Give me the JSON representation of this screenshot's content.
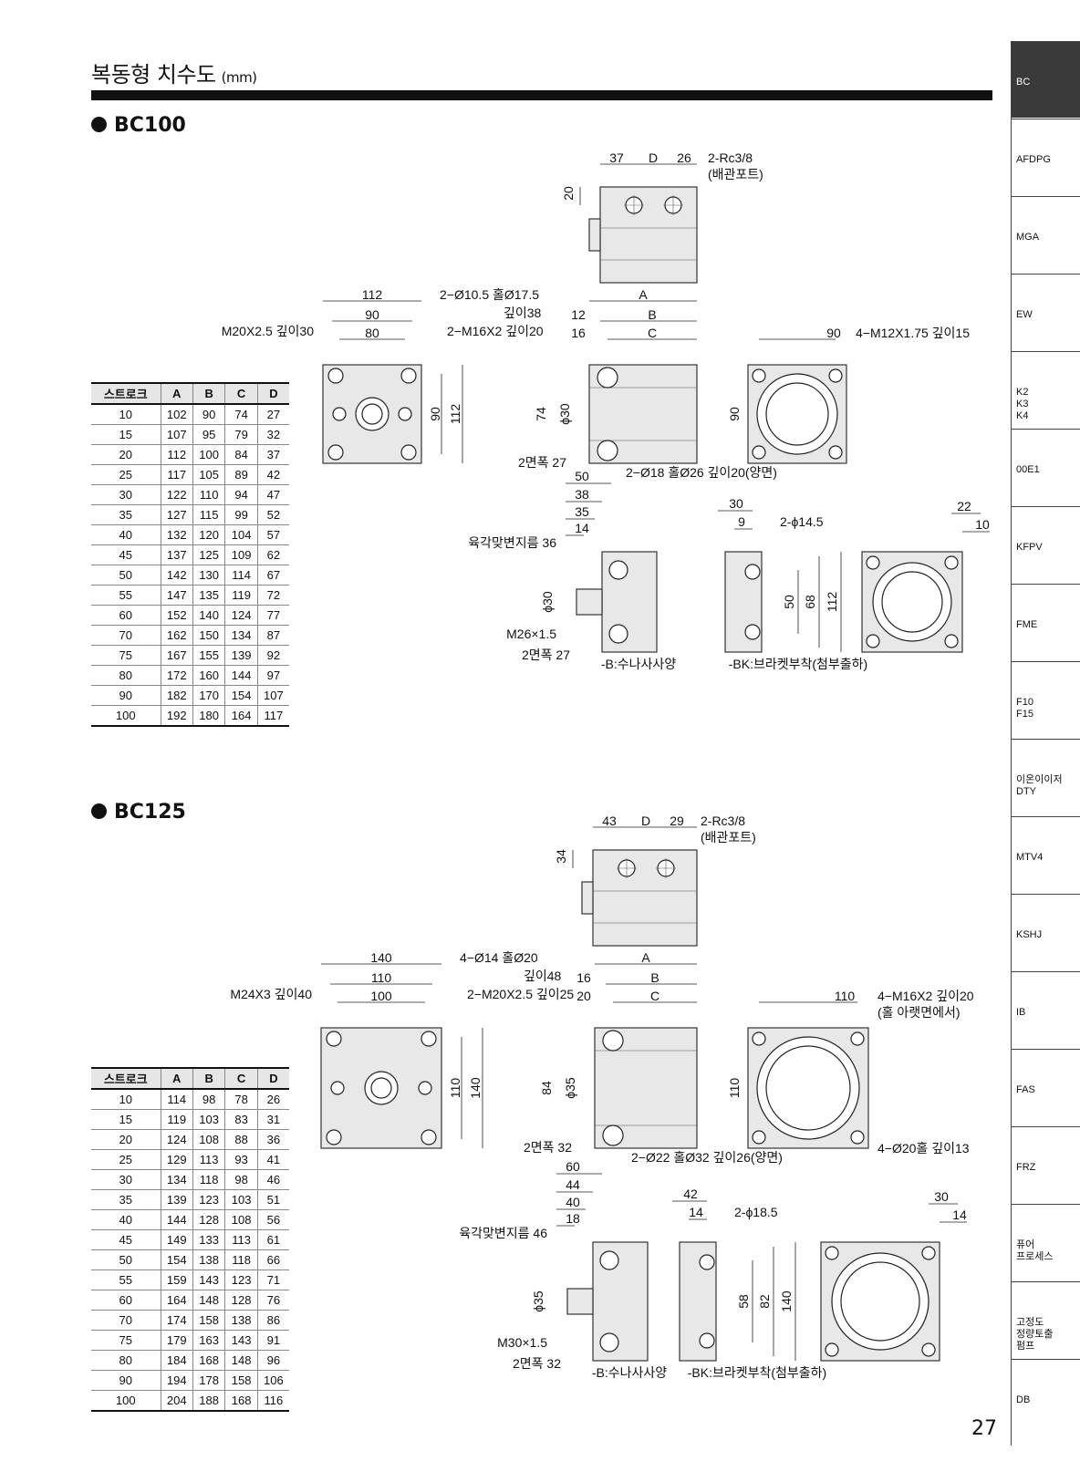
{
  "header": {
    "title": "복동형 치수도",
    "unit": "(mm)"
  },
  "page_number": "27",
  "side_nav": [
    {
      "label": "BC",
      "active": true
    },
    {
      "label": "AFDPG"
    },
    {
      "label": "MGA"
    },
    {
      "label": "EW"
    },
    {
      "label": "K2\nK3\nK4"
    },
    {
      "label": "00E1"
    },
    {
      "label": "KFPV"
    },
    {
      "label": "FME"
    },
    {
      "label": "F10\nF15"
    },
    {
      "label": "이온이이저\nDTY"
    },
    {
      "label": "MTV4"
    },
    {
      "label": "KSHJ"
    },
    {
      "label": "IB"
    },
    {
      "label": "FAS"
    },
    {
      "label": "FRZ"
    },
    {
      "label": "퓨어\n프로세스"
    },
    {
      "label": "고정도\n정량토출\n펌프"
    },
    {
      "label": "DB"
    }
  ],
  "bc100": {
    "model": "BC100",
    "table": {
      "headers": [
        "스트로크",
        "A",
        "B",
        "C",
        "D"
      ],
      "rows": [
        [
          "10",
          "102",
          "90",
          "74",
          "27"
        ],
        [
          "15",
          "107",
          "95",
          "79",
          "32"
        ],
        [
          "20",
          "112",
          "100",
          "84",
          "37"
        ],
        [
          "25",
          "117",
          "105",
          "89",
          "42"
        ],
        [
          "30",
          "122",
          "110",
          "94",
          "47"
        ],
        [
          "35",
          "127",
          "115",
          "99",
          "52"
        ],
        [
          "40",
          "132",
          "120",
          "104",
          "57"
        ],
        [
          "45",
          "137",
          "125",
          "109",
          "62"
        ],
        [
          "50",
          "142",
          "130",
          "114",
          "67"
        ],
        [
          "55",
          "147",
          "135",
          "119",
          "72"
        ],
        [
          "60",
          "152",
          "140",
          "124",
          "77"
        ],
        [
          "70",
          "162",
          "150",
          "134",
          "87"
        ],
        [
          "75",
          "167",
          "155",
          "139",
          "92"
        ],
        [
          "80",
          "172",
          "160",
          "144",
          "97"
        ],
        [
          "90",
          "182",
          "170",
          "154",
          "107"
        ],
        [
          "100",
          "192",
          "180",
          "164",
          "117"
        ]
      ]
    },
    "labels": {
      "top_37": "37",
      "top_D": "D",
      "top_26": "26",
      "port": "2-Rc3/8",
      "port_sub": "(배관포트)",
      "top_20": "20",
      "d112": "112",
      "d90": "90",
      "d80": "80",
      "hole_spec": "2−Ø10.5 홀Ø17.5",
      "hole_depth": "깊이38",
      "tap_spec": "2−M16X2 깊이20",
      "rod_thread": "M20X2.5 깊이30",
      "v90": "90",
      "v112": "112",
      "A": "A",
      "B": "B",
      "C": "C",
      "d12": "12",
      "d16": "16",
      "v74": "74",
      "phi30": "ϕ30",
      "width27": "2면폭 27",
      "cbore": "2−Ø18 홀Ø26 깊이20(양면)",
      "r90": "90",
      "rv90": "90",
      "r_tap": "4−M12X1.75 깊이15",
      "n50": "50",
      "n38": "38",
      "n35": "35",
      "n14": "14",
      "hex": "육각맞변지름 36",
      "nphi30": "ϕ30",
      "m26": "M26×1.5",
      "nwidth27": "2면폭 27",
      "b_spec": "-B:수나사사양",
      "k30": "30",
      "k9": "9",
      "k_hole": "2-ϕ14.5",
      "k22": "22",
      "k10": "10",
      "k50": "50",
      "k68": "68",
      "k112": "112",
      "bk_spec": "-BK:브라켓부착(첨부출하)"
    }
  },
  "bc125": {
    "model": "BC125",
    "table": {
      "headers": [
        "스트로크",
        "A",
        "B",
        "C",
        "D"
      ],
      "rows": [
        [
          "10",
          "114",
          "98",
          "78",
          "26"
        ],
        [
          "15",
          "119",
          "103",
          "83",
          "31"
        ],
        [
          "20",
          "124",
          "108",
          "88",
          "36"
        ],
        [
          "25",
          "129",
          "113",
          "93",
          "41"
        ],
        [
          "30",
          "134",
          "118",
          "98",
          "46"
        ],
        [
          "35",
          "139",
          "123",
          "103",
          "51"
        ],
        [
          "40",
          "144",
          "128",
          "108",
          "56"
        ],
        [
          "45",
          "149",
          "133",
          "113",
          "61"
        ],
        [
          "50",
          "154",
          "138",
          "118",
          "66"
        ],
        [
          "55",
          "159",
          "143",
          "123",
          "71"
        ],
        [
          "60",
          "164",
          "148",
          "128",
          "76"
        ],
        [
          "70",
          "174",
          "158",
          "138",
          "86"
        ],
        [
          "75",
          "179",
          "163",
          "143",
          "91"
        ],
        [
          "80",
          "184",
          "168",
          "148",
          "96"
        ],
        [
          "90",
          "194",
          "178",
          "158",
          "106"
        ],
        [
          "100",
          "204",
          "188",
          "168",
          "116"
        ]
      ]
    },
    "labels": {
      "top_37": "43",
      "top_D": "D",
      "top_26": "29",
      "port": "2-Rc3/8",
      "port_sub": "(배관포트)",
      "top_20": "34",
      "d112": "140",
      "d90": "110",
      "d80": "100",
      "hole_spec": "4−Ø14 홀Ø20",
      "hole_depth": "깊이48",
      "tap_spec": "2−M20X2.5 깊이25",
      "rod_thread": "M24X3 깊이40",
      "v90": "110",
      "v112": "140",
      "A": "A",
      "B": "B",
      "C": "C",
      "d12": "16",
      "d16": "20",
      "v74": "84",
      "phi30": "ϕ35",
      "width27": "2면폭 32",
      "cbore": "2−Ø22 홀Ø32 깊이26(양면)",
      "r90": "110",
      "rv90": "110",
      "r_tap": "4−M16X2 깊이20",
      "r_tap_sub": "(홀 아랫면에서)",
      "r_hole": "4−Ø20홀 깊이13",
      "n50": "60",
      "n38": "44",
      "n35": "40",
      "n14": "18",
      "hex": "육각맞변지름 46",
      "nphi30": "ϕ35",
      "m26": "M30×1.5",
      "nwidth27": "2면폭 32",
      "b_spec": "-B:수나사사양",
      "k30": "42",
      "k9": "14",
      "k_hole": "2-ϕ18.5",
      "k22": "30",
      "k10": "14",
      "k50": "58",
      "k68": "82",
      "k112": "140",
      "bk_spec": "-BK:브라켓부착(첨부출하)"
    }
  }
}
